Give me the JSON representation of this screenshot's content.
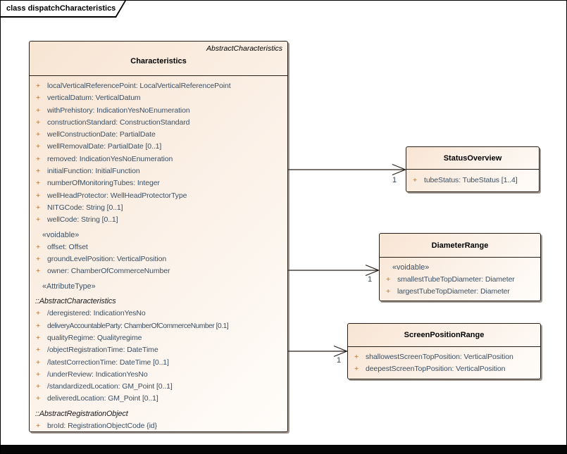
{
  "frame": {
    "label": "class dispatchCharacteristics"
  },
  "colors": {
    "box_border": "#261f17",
    "box_fill_start": "#f8e5d3",
    "box_fill_end": "#fffdfa",
    "attribute_text": "#3b4f63",
    "visibility_sign": "#b96a1a",
    "class_name_text": "#000000"
  },
  "characteristics": {
    "stereotype_label": "AbstractCharacteristics",
    "name": "Characteristics",
    "rows": [
      {
        "t": "attr",
        "vis": "+",
        "text": "localVerticalReferencePoint: LocalVerticalReferencePoint"
      },
      {
        "t": "attr",
        "vis": "+",
        "text": "verticalDatum: VerticalDatum"
      },
      {
        "t": "attr",
        "vis": "+",
        "text": "withPrehistory: IndicationYesNoEnumeration"
      },
      {
        "t": "attr",
        "vis": "+",
        "text": "constructionStandard: ConstructionStandard"
      },
      {
        "t": "attr",
        "vis": "+",
        "text": "wellConstructionDate: PartialDate"
      },
      {
        "t": "attr",
        "vis": "+",
        "text": "wellRemovalDate: PartialDate [0..1]"
      },
      {
        "t": "attr",
        "vis": "+",
        "text": "removed: IndicationYesNoEnumeration"
      },
      {
        "t": "attr",
        "vis": "+",
        "text": "initialFunction: InitialFunction"
      },
      {
        "t": "attr",
        "vis": "+",
        "text": "numberOfMonitoringTubes: Integer"
      },
      {
        "t": "attr",
        "vis": "+",
        "text": "wellHeadProtector: WellHeadProtectorType"
      },
      {
        "t": "attr",
        "vis": "+",
        "text": "NITGCode: String [0..1]"
      },
      {
        "t": "attr",
        "vis": "+",
        "text": "wellCode: String [0..1]"
      },
      {
        "t": "stereo",
        "text": "«voidable»"
      },
      {
        "t": "attr",
        "vis": "+",
        "text": "offset: Offset"
      },
      {
        "t": "attr",
        "vis": "+",
        "text": "groundLevelPosition: VerticalPosition"
      },
      {
        "t": "attr",
        "vis": "+",
        "text": "owner: ChamberOfCommerceNumber"
      },
      {
        "t": "stereo",
        "text": "«AttributeType»"
      },
      {
        "t": "from",
        "text": "::AbstractCharacteristics"
      },
      {
        "t": "attr",
        "vis": "+",
        "text": "/deregistered: IndicationYesNo"
      },
      {
        "t": "attr",
        "vis": "+",
        "text": "deliveryAccountableParty: ChamberOfCommerceNumber [0.1]",
        "condensed": true
      },
      {
        "t": "attr",
        "vis": "+",
        "text": "qualityRegime: Qualityregime"
      },
      {
        "t": "attr",
        "vis": "+",
        "text": "/objectRegistrationTime: DateTime"
      },
      {
        "t": "attr",
        "vis": "+",
        "text": "/latestCorrectionTime: DateTime [0..1]"
      },
      {
        "t": "attr",
        "vis": "+",
        "text": "/underReview: IndicationYesNo"
      },
      {
        "t": "attr",
        "vis": "+",
        "text": "/standardizedLocation: GM_Point [0..1]"
      },
      {
        "t": "attr",
        "vis": "+",
        "text": "deliveredLocation: GM_Point [0..1]"
      },
      {
        "t": "from",
        "text": "::AbstractRegistrationObject"
      },
      {
        "t": "attr",
        "vis": "+",
        "text": "broId: RegistrationObjectCode {id}"
      }
    ]
  },
  "status_overview": {
    "name": "StatusOverview",
    "rows": [
      {
        "t": "attr",
        "vis": "+",
        "text": "tubeStatus: TubeStatus [1..4]"
      }
    ]
  },
  "diameter_range": {
    "name": "DiameterRange",
    "rows": [
      {
        "t": "stereo",
        "text": "«voidable»"
      },
      {
        "t": "attr",
        "vis": "+",
        "text": "smallestTubeTopDiameter: Diameter"
      },
      {
        "t": "attr",
        "vis": "+",
        "text": "largestTubeTopDiameter: Diameter"
      }
    ]
  },
  "screen_position_range": {
    "name": "ScreenPositionRange",
    "rows": [
      {
        "t": "attr",
        "vis": "+",
        "text": "shallowestScreenTopPosition: VerticalPosition"
      },
      {
        "t": "attr",
        "vis": "+",
        "text": "deepestScreenTopPosition: VerticalPosition"
      }
    ]
  },
  "connectors": [
    {
      "multiplicity": "1",
      "target": "StatusOverview"
    },
    {
      "multiplicity": "1",
      "target": "DiameterRange"
    },
    {
      "multiplicity": "1",
      "target": "ScreenPositionRange"
    }
  ]
}
